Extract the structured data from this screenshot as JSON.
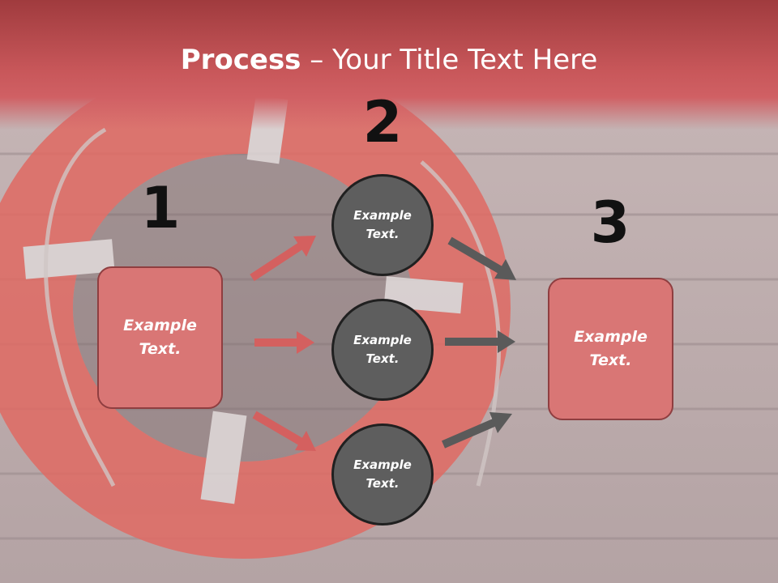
{
  "title": {
    "bold": "Process",
    "rest": " – Your Title Text Here"
  },
  "steps": {
    "one": "1",
    "two": "2",
    "three": "3"
  },
  "left_box": {
    "text": "Example Text."
  },
  "circles": [
    {
      "text": "Example Text."
    },
    {
      "text": "Example Text."
    },
    {
      "text": "Example Text."
    }
  ],
  "right_box": {
    "text": "Example Text."
  },
  "colors": {
    "title_band": "#c8575a",
    "box_fill": "#d97675",
    "circle_fill": "#5e5e5e",
    "arrow_red": "#d4605f",
    "arrow_gray": "#5a5a5a"
  }
}
